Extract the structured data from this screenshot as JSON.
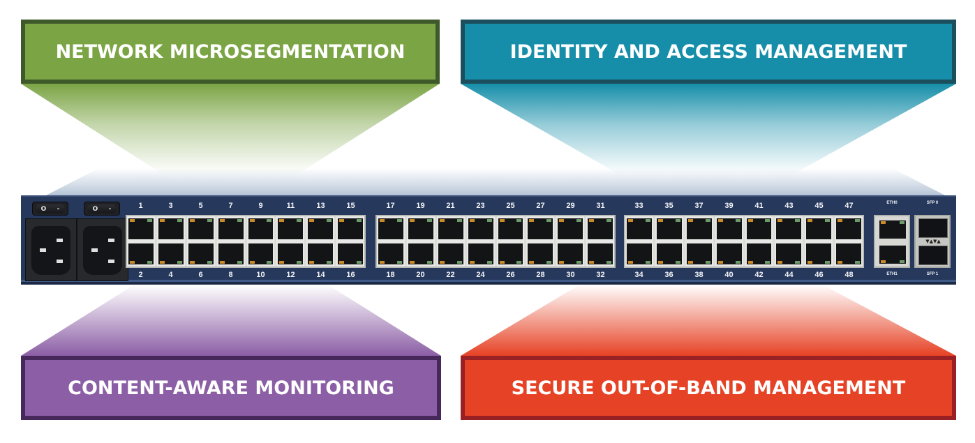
{
  "callouts": {
    "top_left": {
      "label": "NETWORK MICROSEGMENTATION",
      "color": "#7ba445",
      "border_color": "#3f5a2a"
    },
    "top_right": {
      "label": "IDENTITY AND ACCESS MANAGEMENT",
      "color": "#168ea9",
      "border_color": "#1b4f5e"
    },
    "bottom_left": {
      "label": "CONTENT-AWARE MONITORING",
      "color": "#8b5ea5",
      "border_color": "#47285a"
    },
    "bottom_right": {
      "label": "SECURE OUT-OF-BAND MANAGEMENT",
      "color": "#e64225",
      "border_color": "#992124"
    }
  },
  "device": {
    "chassis_color": "#26385c",
    "power_switches": [
      {
        "off_symbol": "O",
        "on_symbol": "-"
      },
      {
        "off_symbol": "O",
        "on_symbol": "-"
      }
    ],
    "port_banks": [
      {
        "top_labels": [
          "1",
          "3",
          "5",
          "7",
          "9",
          "11",
          "13",
          "15"
        ],
        "bottom_labels": [
          "2",
          "4",
          "6",
          "8",
          "10",
          "12",
          "14",
          "16"
        ]
      },
      {
        "top_labels": [
          "17",
          "19",
          "21",
          "23",
          "25",
          "27",
          "29",
          "31"
        ],
        "bottom_labels": [
          "18",
          "20",
          "22",
          "24",
          "26",
          "28",
          "30",
          "32"
        ]
      },
      {
        "top_labels": [
          "33",
          "35",
          "37",
          "39",
          "41",
          "43",
          "45",
          "47"
        ],
        "bottom_labels": [
          "34",
          "36",
          "38",
          "40",
          "42",
          "44",
          "46",
          "48"
        ]
      }
    ],
    "mgmt_ports": {
      "top_label": "ETH0",
      "bottom_label": "ETH1"
    },
    "sfp_ports": {
      "top_label": "SFP 0",
      "bottom_label": "SFP 1",
      "arrows": "▼▲▼▲"
    }
  }
}
